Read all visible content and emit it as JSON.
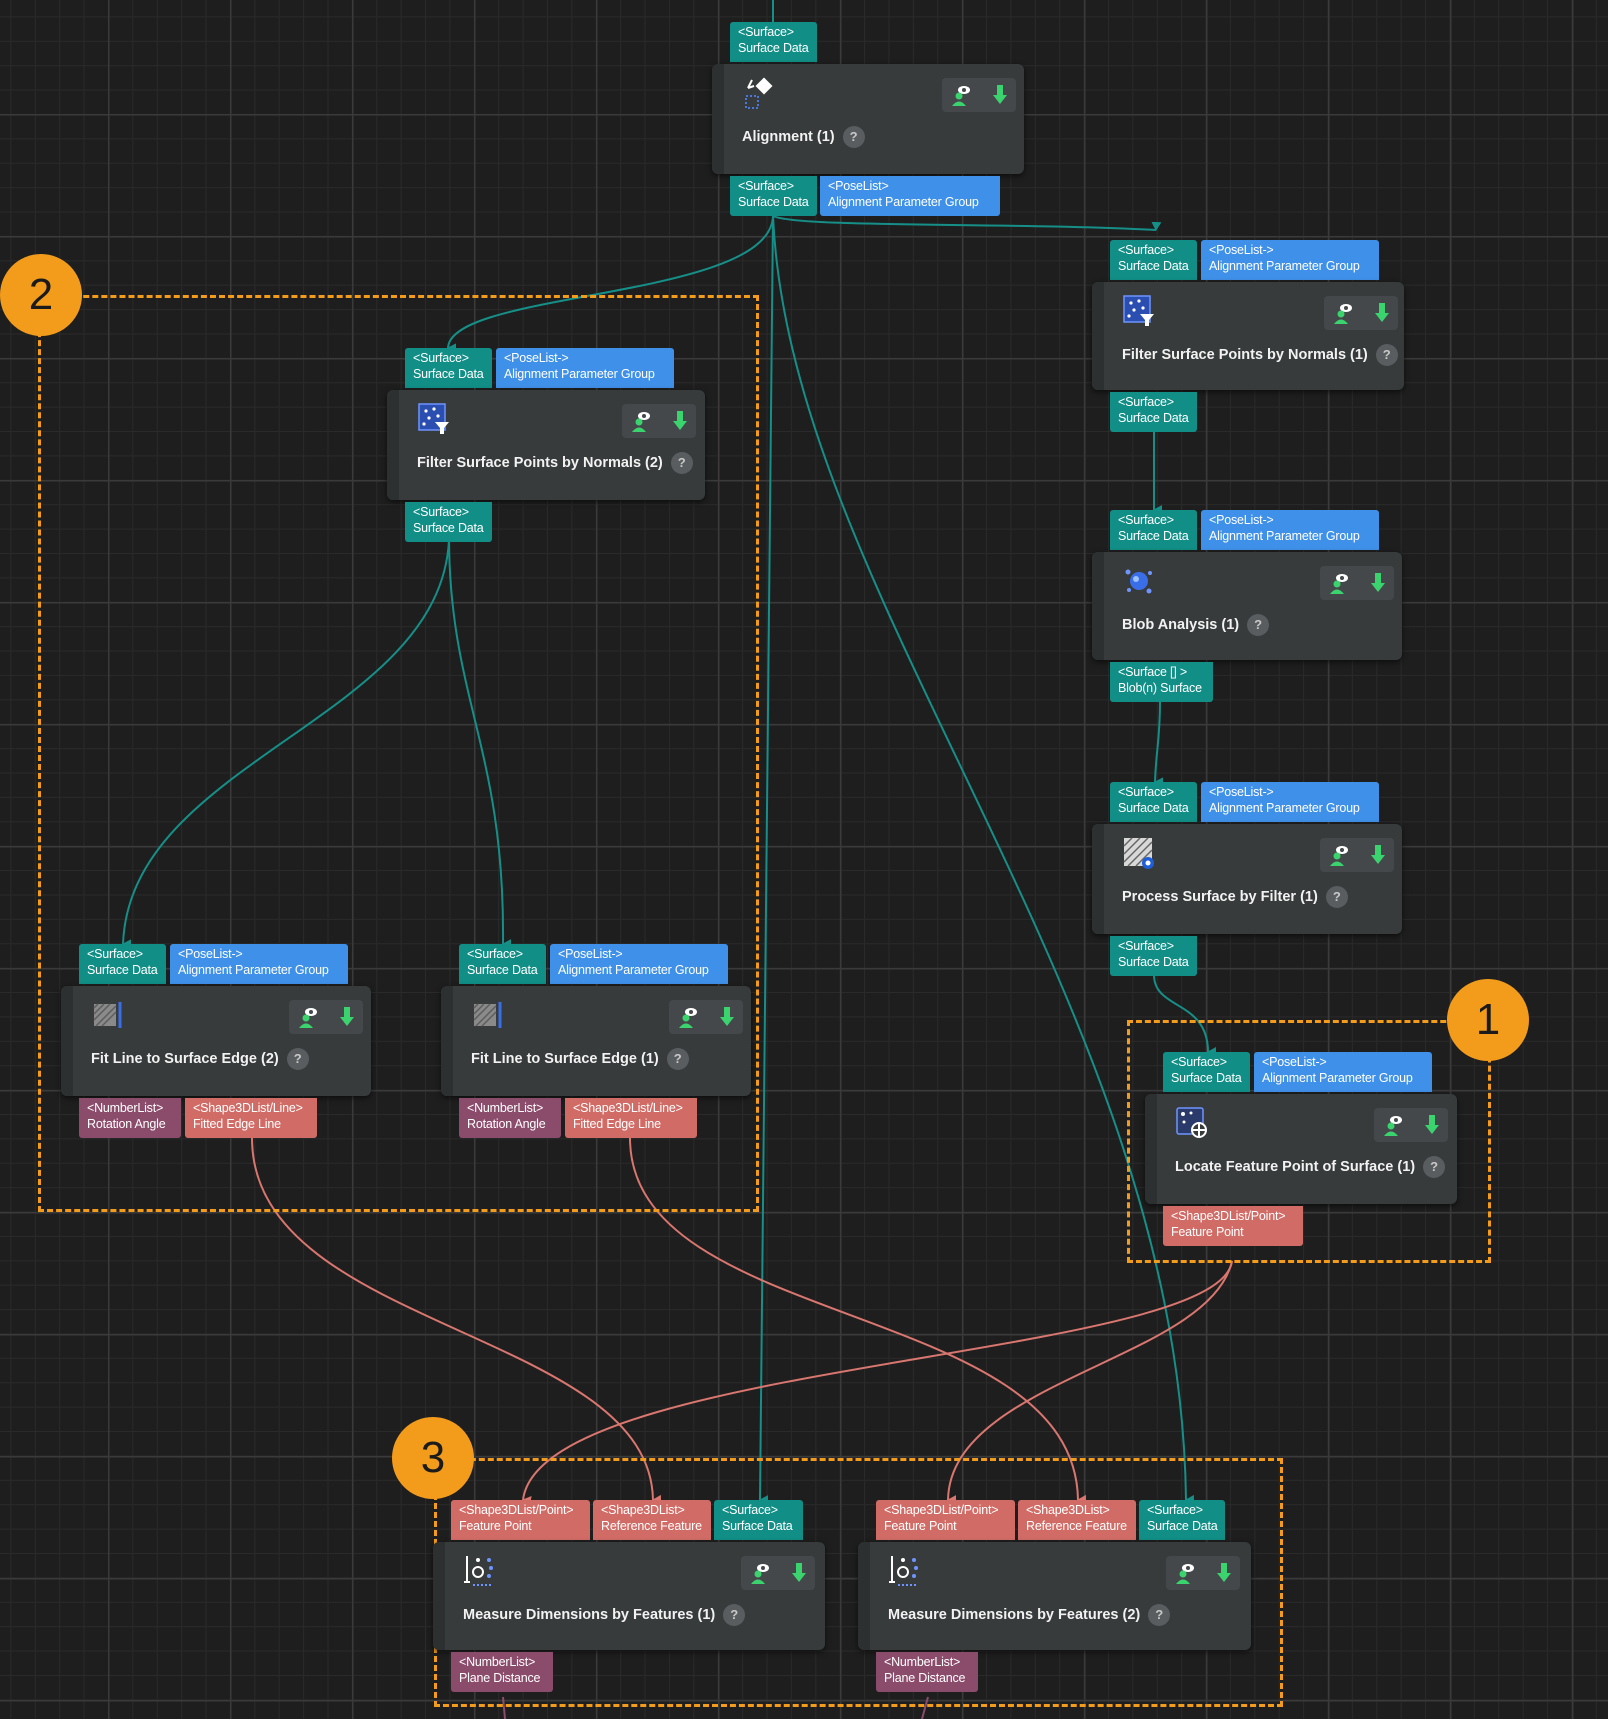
{
  "colors": {
    "surface": "#118e86",
    "pose": "#3f90e8",
    "shape": "#d16b66",
    "number": "#8b4b6b",
    "group_outline": "#f39c1b"
  },
  "groups": [
    {
      "id": "g1",
      "badge": "1"
    },
    {
      "id": "g2",
      "badge": "2"
    },
    {
      "id": "g3",
      "badge": "3"
    }
  ],
  "nodes": {
    "alignment": {
      "title": "Alignment (1)",
      "icon": "alignment-icon",
      "in": [
        {
          "type": "<Surface>",
          "name": "Surface Data"
        }
      ],
      "out": [
        {
          "type": "<Surface>",
          "name": "Surface Data"
        },
        {
          "type": "<PoseList>",
          "name": "Alignment Parameter Group"
        }
      ]
    },
    "filter1": {
      "title": "Filter Surface Points by Normals (1)",
      "icon": "filter-normals-icon",
      "in": [
        {
          "type": "<Surface>",
          "name": "Surface Data"
        },
        {
          "type": "<PoseList->",
          "name": "Alignment Parameter Group"
        }
      ],
      "out": [
        {
          "type": "<Surface>",
          "name": "Surface Data"
        }
      ]
    },
    "blob": {
      "title": "Blob Analysis (1)",
      "icon": "blob-analysis-icon",
      "in": [
        {
          "type": "<Surface>",
          "name": "Surface Data"
        },
        {
          "type": "<PoseList->",
          "name": "Alignment Parameter Group"
        }
      ],
      "out": [
        {
          "type": "<Surface [] >",
          "name": "Blob(n) Surface"
        }
      ]
    },
    "process": {
      "title": "Process Surface by Filter (1)",
      "icon": "process-filter-icon",
      "in": [
        {
          "type": "<Surface>",
          "name": "Surface Data"
        },
        {
          "type": "<PoseList->",
          "name": "Alignment Parameter Group"
        }
      ],
      "out": [
        {
          "type": "<Surface>",
          "name": "Surface Data"
        }
      ]
    },
    "locate": {
      "title": "Locate Feature Point of Surface (1)",
      "icon": "locate-feature-icon",
      "in": [
        {
          "type": "<Surface>",
          "name": "Surface Data"
        },
        {
          "type": "<PoseList->",
          "name": "Alignment Parameter Group"
        }
      ],
      "out": [
        {
          "type": "<Shape3DList/Point>",
          "name": "Feature Point"
        }
      ]
    },
    "filter2": {
      "title": "Filter Surface Points by Normals (2)",
      "icon": "filter-normals-icon",
      "in": [
        {
          "type": "<Surface>",
          "name": "Surface Data"
        },
        {
          "type": "<PoseList->",
          "name": "Alignment Parameter Group"
        }
      ],
      "out": [
        {
          "type": "<Surface>",
          "name": "Surface Data"
        }
      ]
    },
    "fit2": {
      "title": "Fit Line to Surface Edge (2)",
      "icon": "fit-line-icon",
      "in": [
        {
          "type": "<Surface>",
          "name": "Surface Data"
        },
        {
          "type": "<PoseList->",
          "name": "Alignment Parameter Group"
        }
      ],
      "out": [
        {
          "type": "<NumberList>",
          "name": "Rotation Angle"
        },
        {
          "type": "<Shape3DList/Line>",
          "name": "Fitted Edge Line"
        }
      ]
    },
    "fit1": {
      "title": "Fit Line to Surface Edge (1)",
      "icon": "fit-line-icon",
      "in": [
        {
          "type": "<Surface>",
          "name": "Surface Data"
        },
        {
          "type": "<PoseList->",
          "name": "Alignment Parameter Group"
        }
      ],
      "out": [
        {
          "type": "<NumberList>",
          "name": "Rotation Angle"
        },
        {
          "type": "<Shape3DList/Line>",
          "name": "Fitted Edge Line"
        }
      ]
    },
    "measure1": {
      "title": "Measure Dimensions by Features (1)",
      "icon": "measure-dimensions-icon",
      "in": [
        {
          "type": "<Shape3DList/Point>",
          "name": "Feature Point"
        },
        {
          "type": "<Shape3DList>",
          "name": "Reference Feature"
        },
        {
          "type": "<Surface>",
          "name": "Surface Data"
        }
      ],
      "out": [
        {
          "type": "<NumberList>",
          "name": "Plane Distance"
        }
      ]
    },
    "measure2": {
      "title": "Measure Dimensions by Features (2)",
      "icon": "measure-dimensions-icon",
      "in": [
        {
          "type": "<Shape3DList/Point>",
          "name": "Feature Point"
        },
        {
          "type": "<Shape3DList>",
          "name": "Reference Feature"
        },
        {
          "type": "<Surface>",
          "name": "Surface Data"
        }
      ],
      "out": [
        {
          "type": "<NumberList>",
          "name": "Plane Distance"
        }
      ]
    }
  },
  "help_label": "?"
}
